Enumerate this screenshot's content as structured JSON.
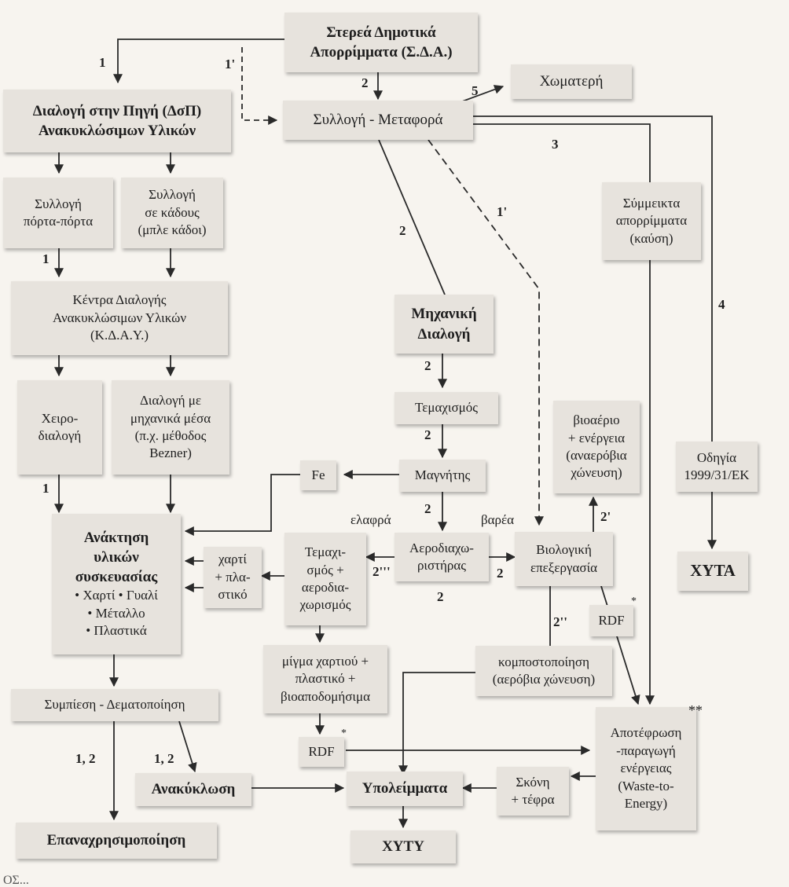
{
  "nodes": {
    "sda": [
      "Στερεά Δημοτικά",
      "Απορρίμματα (Σ.Δ.Α.)"
    ],
    "xomateri": [
      "Χωματερή"
    ],
    "syllogi_metafora": [
      "Συλλογή - Μεταφορά"
    ],
    "dsp": [
      "Διαλογή στην Πηγή (ΔσΠ)",
      "Ανακυκλώσιμων Υλικών"
    ],
    "porta": [
      "Συλλογή",
      "πόρτα-πόρτα"
    ],
    "kadoi": [
      "Συλλογή",
      "σε κάδους",
      "(μπλε κάδοι)"
    ],
    "kday": [
      "Κέντρα Διαλογής",
      "Ανακυκλώσιμων Υλικών",
      "(Κ.Δ.Α.Υ.)"
    ],
    "xeiro": [
      "Χειρο-",
      "διαλογή"
    ],
    "mixanika": [
      "Διαλογή με",
      "μηχανικά μέσα",
      "(π.χ. μέθοδος",
      "Bezner)"
    ],
    "symmeikta": [
      "Σύμμεικτα",
      "απορρίμματα",
      "(καύση)"
    ],
    "mixaniki": [
      "Μηχανική",
      "Διαλογή"
    ],
    "temaxismos": [
      "Τεμαχισμός"
    ],
    "magnitis": [
      "Μαγνήτης"
    ],
    "fe": [
      "Fe"
    ],
    "bioaerio": [
      "βιοαέριο",
      "+ ενέργεια",
      "(αναερόβια",
      "χώνευση)"
    ],
    "odigia": [
      "Οδηγία",
      "1999/31/ΕΚ"
    ],
    "anaktisi_title": [
      "Ανάκτηση",
      "υλικών",
      "συσκευασίας"
    ],
    "anaktisi_list": [
      "• Χαρτί • Γυαλί",
      "• Μέταλλο",
      "• Πλαστικά"
    ],
    "xarti_plastiko": [
      "χαρτί",
      "+ πλα-",
      "στικό"
    ],
    "temax_aerodia": [
      "Τεμαχι-",
      "σμός +",
      "αεροδια-",
      "χωρισμός"
    ],
    "aerodiax": [
      "Αεροδιαχω-",
      "ριστήρας"
    ],
    "biologiki": [
      "Βιολογική",
      "επεξεργασία"
    ],
    "xyta": [
      "ΧΥΤΑ"
    ],
    "rdf1": [
      "RDF"
    ],
    "migma": [
      "μίγμα χαρτιού +",
      "πλαστικό +",
      "βιοαποδομήσιμα"
    ],
    "kompost": [
      "κομποστοποίηση",
      "(αερόβια χώνευση)"
    ],
    "sympiesi": [
      "Συμπίεση - Δεματοποίηση"
    ],
    "rdf2": [
      "RDF"
    ],
    "apotefrosi": [
      "Αποτέφρωση",
      "-παραγωγή",
      "ενέργειας",
      "(Waste-to-",
      "Energy)"
    ],
    "anakyklosi": [
      "Ανακύκλωση"
    ],
    "ypoleimmata": [
      "Υπολείμματα"
    ],
    "skoni": [
      "Σκόνη",
      "+ τέφρα"
    ],
    "epanaxrisimopoiisi": [
      "Επαναχρησιμοποίηση"
    ],
    "xyty": [
      "ΧΥΤΥ"
    ]
  },
  "labels": {
    "l1_top": "1",
    "l1p_top": "1'",
    "l2_top": "2",
    "l5": "5",
    "l3": "3",
    "l1p_mid": "1'",
    "l2_mid": "2",
    "l4": "4",
    "l1_left": "1",
    "l2_a": "2",
    "l2_b": "2",
    "l2_c": "2",
    "l1_bottom": "1",
    "elafra": "ελαφρά",
    "varea": "βαρέα",
    "l2p": "2'",
    "l2ppp": "2'''",
    "l2_right": "2",
    "l2_below": "2",
    "l2pp": "2''",
    "l12_a": "1, 2",
    "l12_b": "1, 2"
  },
  "stars": {
    "rdf1": "*",
    "rdf2": "*",
    "apotefrosi": "**"
  },
  "caption": "ΟΣ..."
}
